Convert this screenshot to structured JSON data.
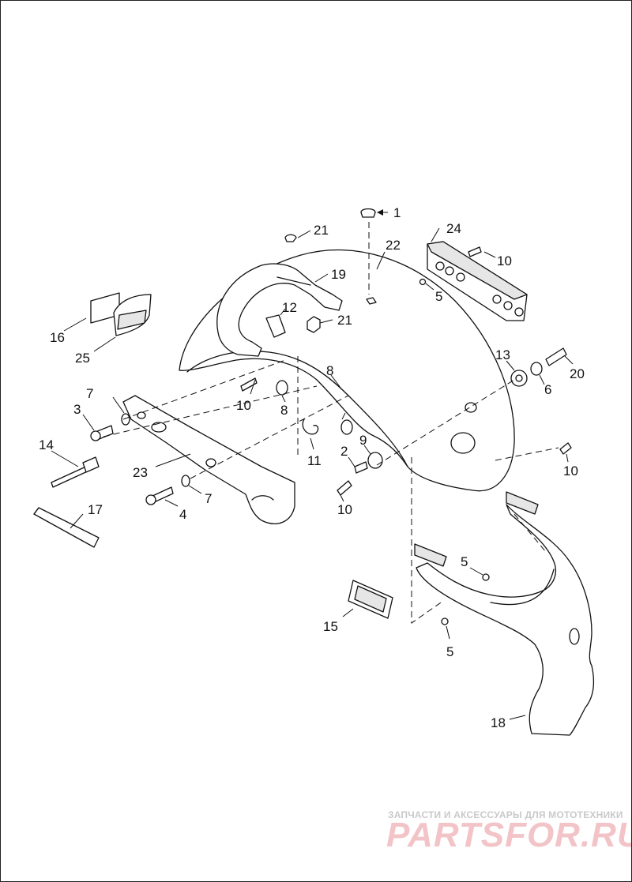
{
  "callouts": {
    "c1": "1",
    "c2": "2",
    "c3": "3",
    "c4": "4",
    "c5a": "5",
    "c5b": "5",
    "c5c": "5",
    "c6": "6",
    "c7a": "7",
    "c7b": "7",
    "c8a": "8",
    "c8b": "8",
    "c9": "9",
    "c10a": "10",
    "c10b": "10",
    "c10c": "10",
    "c10d": "10",
    "c11": "11",
    "c12": "12",
    "c13": "13",
    "c14": "14",
    "c15": "15",
    "c16": "16",
    "c17": "17",
    "c18": "18",
    "c19": "19",
    "c20": "20",
    "c21a": "21",
    "c21b": "21",
    "c22": "22",
    "c23": "23",
    "c24": "24",
    "c25": "25"
  },
  "watermark": {
    "caption": "ЗАПЧАСТИ И АКСЕССУАРЫ ДЛЯ МОТОТЕХНИКИ",
    "brand": "PARTSFOR.RU",
    "brand_color": "#e8aab0",
    "caption_color": "#c9c9c9"
  },
  "colors": {
    "line": "#111111",
    "background": "#ffffff",
    "part_fill": "#ffffff",
    "shade_fill": "#e6e6e6"
  }
}
